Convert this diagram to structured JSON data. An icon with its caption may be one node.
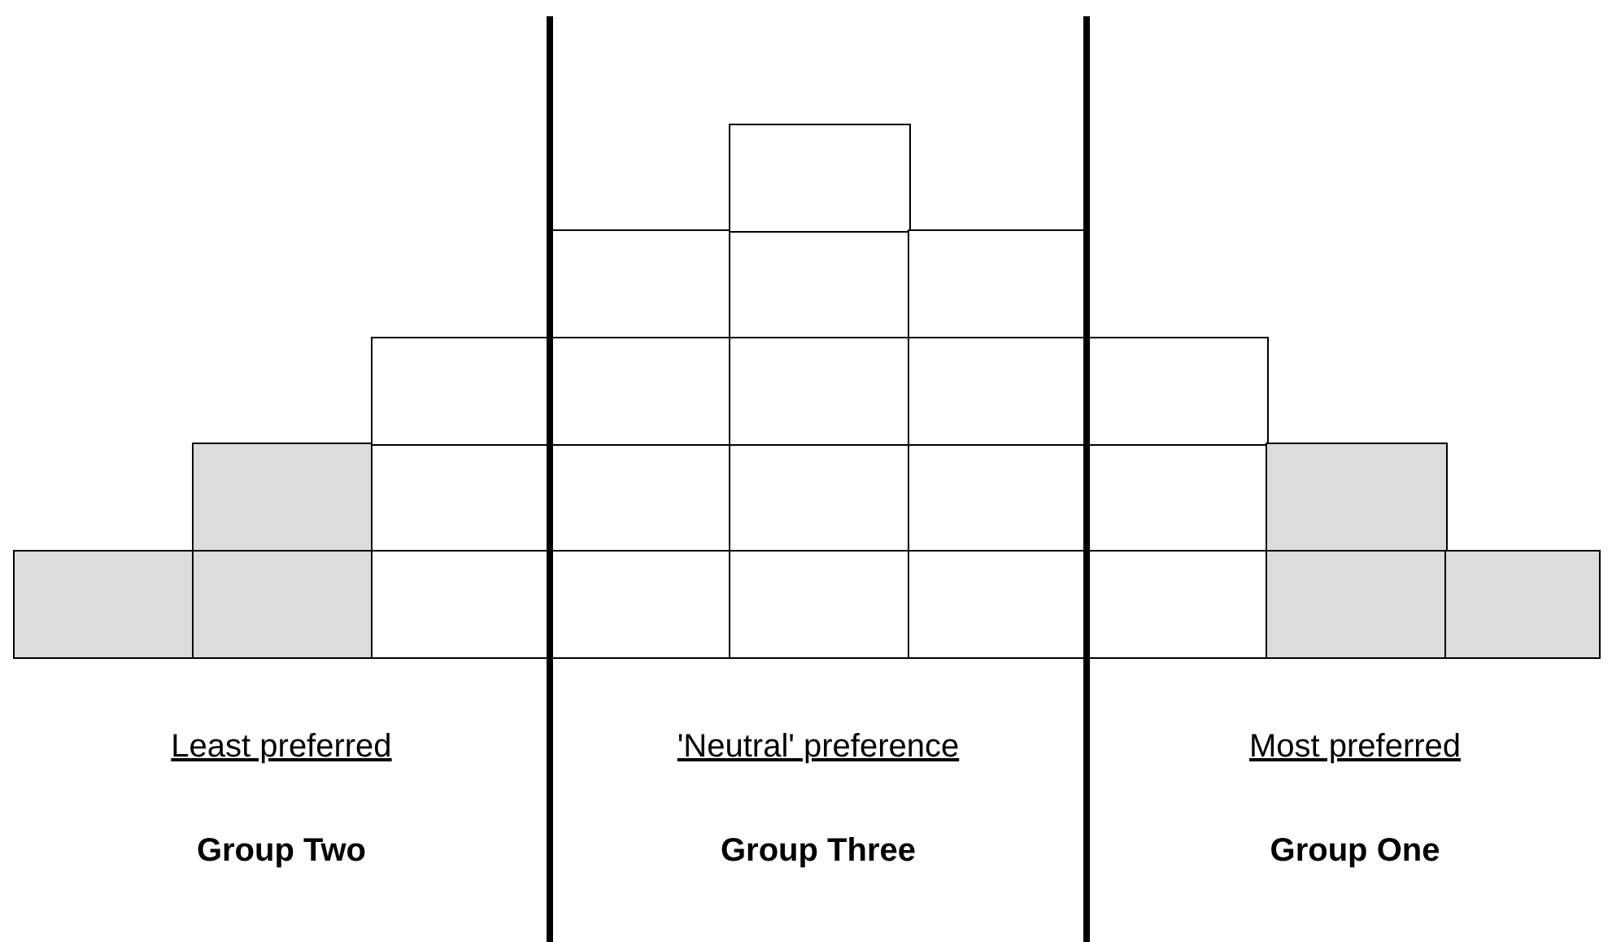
{
  "diagram": {
    "labels": [
      "Least preferred",
      "'Neutral' preference",
      "Most preferred",
      "Group Two",
      "Group Three",
      "Group One"
    ]
  }
}
